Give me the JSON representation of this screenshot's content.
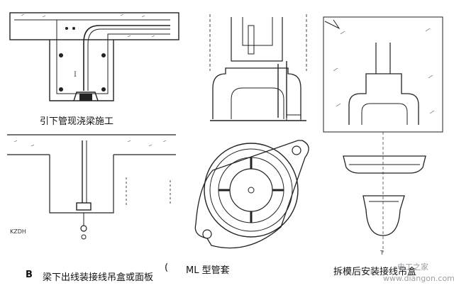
{
  "captions": {
    "panel_a": "引下管现浇梁施工",
    "panel_b_letter": "B",
    "panel_b": "梁下出线装接线吊盒或面板",
    "panel_c": "ML 型管套",
    "panel_d": "拆模后安装接线吊盒",
    "panel_b_code": "KZDH",
    "panel_c_mark": "(",
    "panel_d_mark": "T"
  },
  "watermark": {
    "line1": "电工之家",
    "line2": "www.diangon.com"
  },
  "colors": {
    "ink": "#222222",
    "paper": "#ffffff",
    "watermark": "#9aa0a6"
  }
}
